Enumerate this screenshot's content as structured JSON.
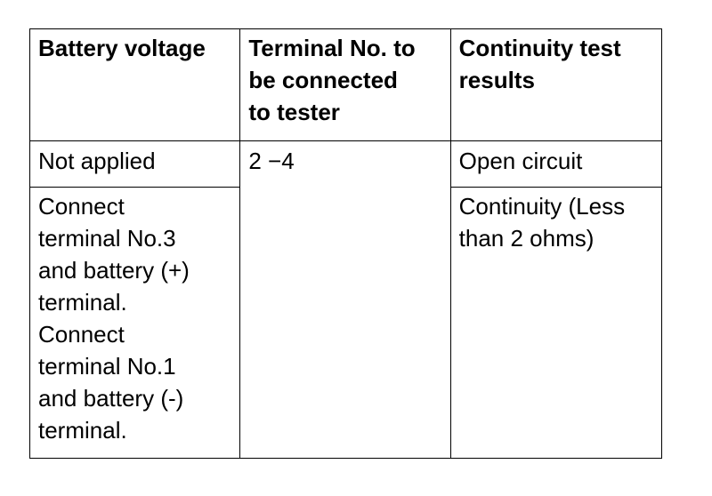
{
  "table": {
    "headers": [
      [
        "Battery voltage"
      ],
      [
        "Terminal No. to",
        "be connected",
        "to tester"
      ],
      [
        "Continuity test",
        "results"
      ]
    ],
    "rows": [
      {
        "battery_voltage": [
          "Not applied"
        ],
        "terminal_no": [
          "2 −4"
        ],
        "result": [
          "Open circuit"
        ]
      },
      {
        "battery_voltage": [
          "Connect",
          "terminal No.3",
          "and battery (+)",
          "terminal.",
          "Connect",
          "terminal No.1",
          "and battery (-)",
          "terminal."
        ],
        "result": [
          "Continuity (Less",
          "than 2 ohms)"
        ]
      }
    ]
  }
}
